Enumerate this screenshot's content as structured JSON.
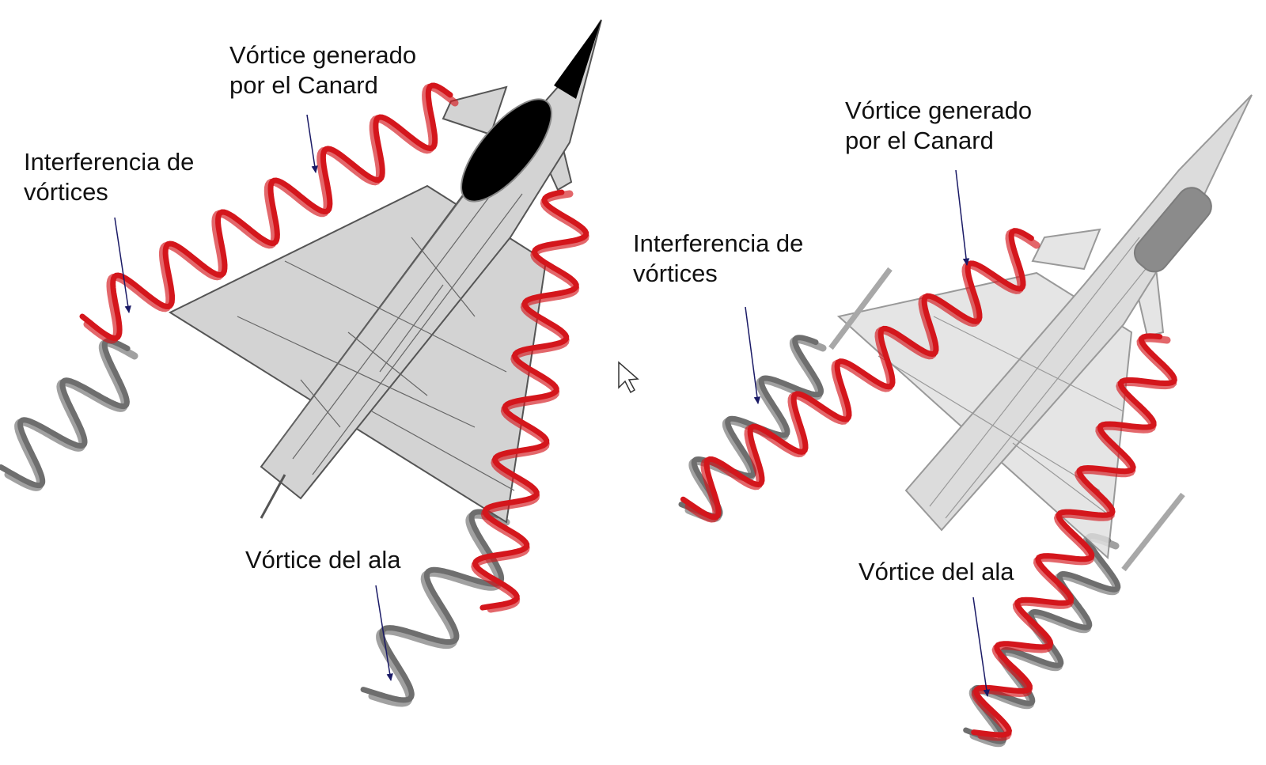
{
  "left_figure": {
    "canard_vortex_label": [
      "Vórtice generado",
      "por el Canard"
    ],
    "interference_label": [
      "Interferencia de",
      "vórtices"
    ],
    "wing_vortex_label": "Vórtice del ala"
  },
  "right_figure": {
    "canard_vortex_label": [
      "Vórtice generado",
      "por el Canard"
    ],
    "interference_label": [
      "Interferencia de",
      "vórtices"
    ],
    "wing_vortex_label": "Vórtice del ala"
  },
  "colors": {
    "vortex_red": "#d4161c",
    "vortex_grey": "#6e6e6e",
    "aircraft_fill": "#d3d3d3",
    "aircraft_line": "#555555",
    "cockpit": "#000000",
    "arrow": "#1a1a66"
  },
  "icons": {
    "cursor": "mouse-pointer-icon"
  }
}
